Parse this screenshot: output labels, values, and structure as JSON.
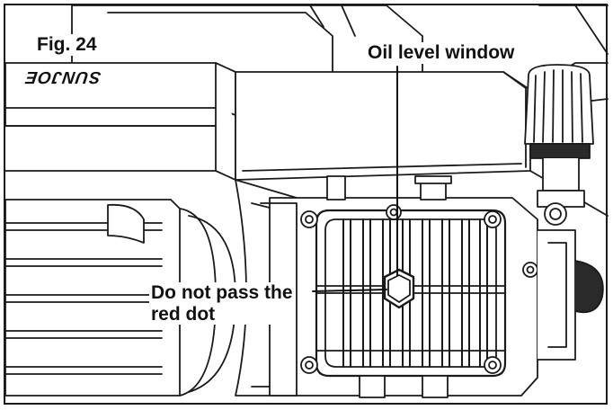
{
  "figure": {
    "label": "Fig. 24",
    "brand": "SUNJOE"
  },
  "callouts": {
    "oil_level_window": "Oil level window",
    "red_dot_warning": "Do not pass the\nred dot"
  },
  "colors": {
    "line": "#1a1a1a",
    "shade": "#d9d9d9",
    "background": "#ffffff"
  },
  "icons": {
    "logo_mark": "sunjoe-logo-icon"
  }
}
